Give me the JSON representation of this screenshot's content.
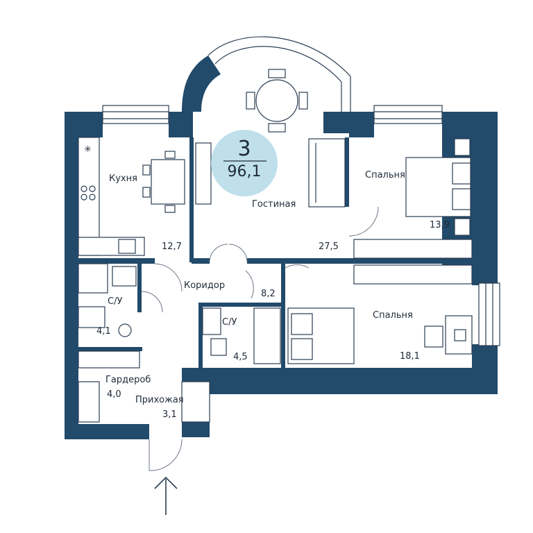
{
  "summary": {
    "rooms": "3",
    "total_area": "96,1"
  },
  "rooms": {
    "kitchen": {
      "label": "Кухня",
      "area": "12,7"
    },
    "living": {
      "label": "Гостиная",
      "area": "27,5"
    },
    "bedroom_small": {
      "label": "Спальня",
      "area": "13,9"
    },
    "bedroom_large": {
      "label": "Спальня",
      "area": "18,1"
    },
    "corridor": {
      "label": "Коридор",
      "area": "8,2"
    },
    "bathroom_left": {
      "label": "С/У",
      "area": "4,1"
    },
    "bathroom_center": {
      "label": "С/У",
      "area": "4,5"
    },
    "wardrobe": {
      "label": "Гардероб",
      "area": "4,0"
    },
    "hallway": {
      "label": "Прихожая",
      "area": "3,1"
    }
  },
  "icons": {
    "entrance": "arrow-up-icon",
    "dining_table": "round-table-icon",
    "bed": "bed-icon",
    "hanger": "hanger-icon"
  },
  "colors": {
    "wall": "#224a6a",
    "badge": "#bfe0ea",
    "line": "#2b3d52"
  }
}
